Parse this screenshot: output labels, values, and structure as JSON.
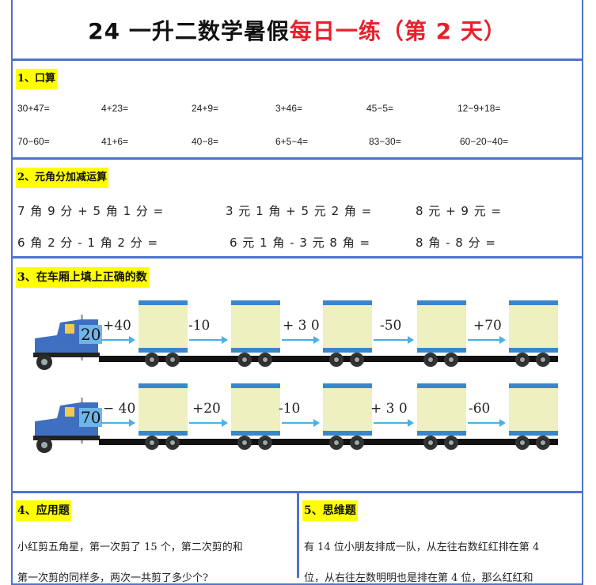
{
  "title": {
    "black": "24 一升二数学暑假",
    "red": "每日一练（第 2 天）"
  },
  "s1": {
    "heading": "1、口算",
    "row1": [
      "30+47=",
      "4+23=",
      "24+9=",
      "3+46=",
      "45−5=",
      "12−9+18="
    ],
    "row2": [
      "70−60=",
      "41+6=",
      "40−8=",
      "6+5−4=",
      "83−30=",
      "60−20−40="
    ]
  },
  "s2": {
    "heading": "2、元角分加减运算",
    "row1": [
      "7 角 9 分 + 5 角 1 分 =",
      "3 元 1 角 + 5 元 2 角 =",
      "8 元 + 9 元 ="
    ],
    "row2": [
      "6 角 2 分 - 1 角 2 分 =",
      "6 元 1 角 - 3 元 8 角 =",
      "8 角 - 8 分 ="
    ]
  },
  "s3": {
    "heading": "3、在车厢上填上正确的数",
    "trucks": [
      {
        "start": "20",
        "ops": [
          "+40",
          "-10",
          "+ 3 0",
          "-50",
          "+70"
        ]
      },
      {
        "start": "70",
        "ops": [
          "− 40",
          "+20",
          "-10",
          "+ 3 0",
          "-60"
        ]
      }
    ],
    "colors": {
      "container": "#eef0bf",
      "stripe": "#3a86cc",
      "cab": "#3f6fc0"
    }
  },
  "s4": {
    "heading": "4、应用题",
    "line1": "小红剪五角星，第一次剪了 15 个，第二次剪的和",
    "line2": "第一次剪的同样多，两次一共剪了多少个?"
  },
  "s5": {
    "heading": "5、思维题",
    "line1": "有 14 位小朋友排成一队，从左往右数红红排在第 4",
    "line2": "位，从右往左数明明也是排在第 4 位，那么红红和"
  }
}
